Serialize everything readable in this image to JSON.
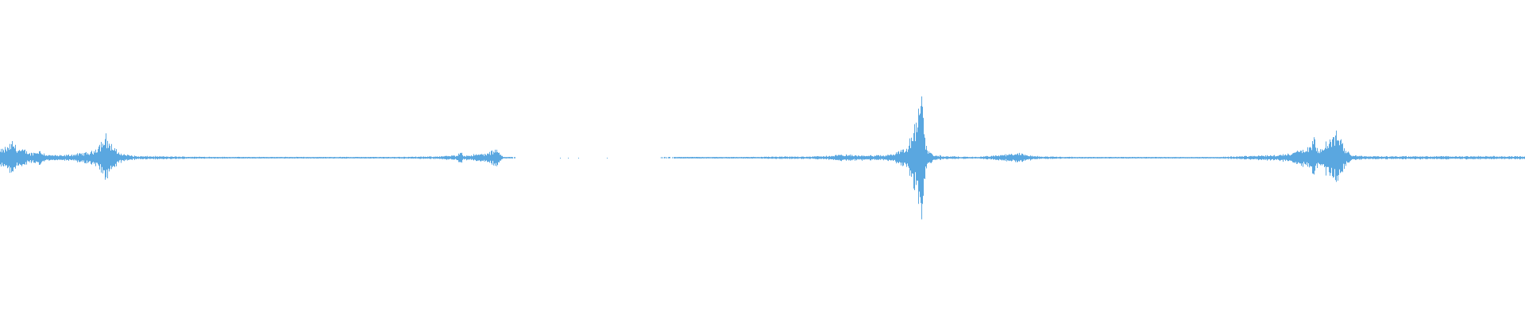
{
  "colors": {
    "background": "#ffffff",
    "waveform": "#5aa7e0"
  },
  "chart_data": {
    "type": "area",
    "title": "",
    "xlabel": "",
    "ylabel": "",
    "grid": false,
    "legend": "none",
    "xlim": [
      0,
      1
    ],
    "ylim": [
      -1,
      1
    ],
    "series": [
      {
        "x": [
          0.0,
          0.005,
          0.008,
          0.012,
          0.016,
          0.02,
          0.026,
          0.03,
          0.04,
          0.05,
          0.06,
          0.065,
          0.069,
          0.072,
          0.076,
          0.08,
          0.09,
          0.1,
          0.12,
          0.15,
          0.2,
          0.25,
          0.28,
          0.3,
          0.302,
          0.304,
          0.31,
          0.32,
          0.326,
          0.328,
          0.33,
          0.34,
          0.345,
          0.38,
          0.42,
          0.45,
          0.49,
          0.5,
          0.54,
          0.55,
          0.58,
          0.595,
          0.602,
          0.604,
          0.6055,
          0.6065,
          0.608,
          0.612,
          0.62,
          0.64,
          0.67,
          0.68,
          0.72,
          0.76,
          0.8,
          0.84,
          0.85,
          0.86,
          0.862,
          0.864,
          0.866,
          0.87,
          0.876,
          0.882,
          0.884,
          0.886,
          0.89,
          0.9,
          0.95,
          0.97,
          1.0
        ],
        "amplitude": [
          0.1,
          0.15,
          0.22,
          0.12,
          0.1,
          0.06,
          0.1,
          0.04,
          0.03,
          0.05,
          0.08,
          0.18,
          0.3,
          0.2,
          0.1,
          0.05,
          0.02,
          0.02,
          0.015,
          0.01,
          0.01,
          0.01,
          0.015,
          0.03,
          0.1,
          0.03,
          0.04,
          0.06,
          0.12,
          0.05,
          0.01,
          0.0,
          0.0,
          0.0,
          0.0,
          0.005,
          0.01,
          0.012,
          0.02,
          0.04,
          0.03,
          0.12,
          0.55,
          1.0,
          0.62,
          0.3,
          0.12,
          0.04,
          0.02,
          0.01,
          0.06,
          0.02,
          0.005,
          0.005,
          0.01,
          0.04,
          0.08,
          0.15,
          0.25,
          0.12,
          0.1,
          0.22,
          0.32,
          0.15,
          0.08,
          0.04,
          0.03,
          0.02,
          0.02,
          0.02,
          0.02
        ]
      }
    ]
  }
}
